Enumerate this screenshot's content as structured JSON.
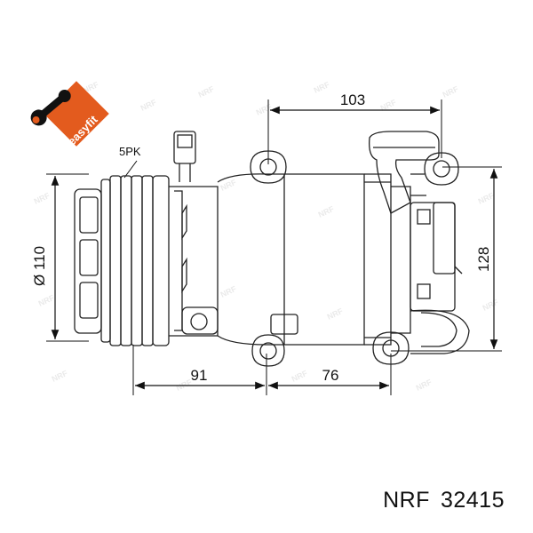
{
  "dimensions": {
    "top_width": "103",
    "height_right": "128",
    "diameter": "Ø 110",
    "bottom_left": "91",
    "bottom_right": "76"
  },
  "pulley_label": "5PK",
  "badge": {
    "text": "easyfit",
    "icon": "wrench-icon",
    "color": "#e35b1e"
  },
  "watermark": {
    "text": "NRF"
  },
  "part": {
    "brand": "NRF",
    "number": "32415"
  }
}
